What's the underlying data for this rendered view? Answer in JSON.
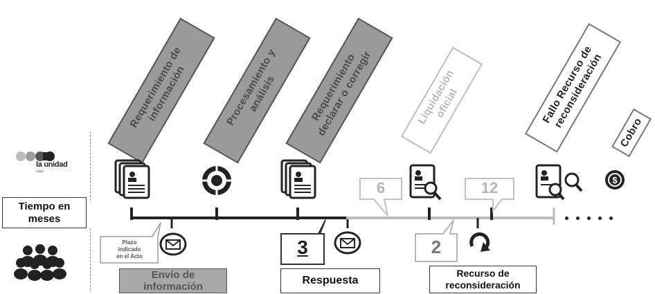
{
  "banners": [
    {
      "text": "Requerimiento de\ninformación",
      "style": "dark"
    },
    {
      "text": "Procesamiento y\nanálisis",
      "style": "dark"
    },
    {
      "text": "Requerimiento\ndeclarar o corregir",
      "style": "dark"
    },
    {
      "text": "Liquidación\noficial",
      "style": "light"
    },
    {
      "text": "Fallo Recurso de\nreconsideración",
      "style": "outline"
    },
    {
      "text": "Cobro",
      "style": "outline"
    }
  ],
  "logo": {
    "brand": "la unidad",
    "tagline": "ugpp"
  },
  "timeline": {
    "label": "Tiempo en\nmeses",
    "callouts": [
      "6",
      "12"
    ],
    "counters": [
      "3",
      "2"
    ]
  },
  "notes": {
    "plazo": "Plazo\nindicado\nen el Acto"
  },
  "actions": {
    "envio": "Envío de\ninformación",
    "respuesta": "Respuesta",
    "recurso": "Recurso de\nreconsideración"
  },
  "colors": {
    "dark_banner": "#9a9a9a",
    "line": "#222222",
    "faded": "#bdbdbd"
  }
}
